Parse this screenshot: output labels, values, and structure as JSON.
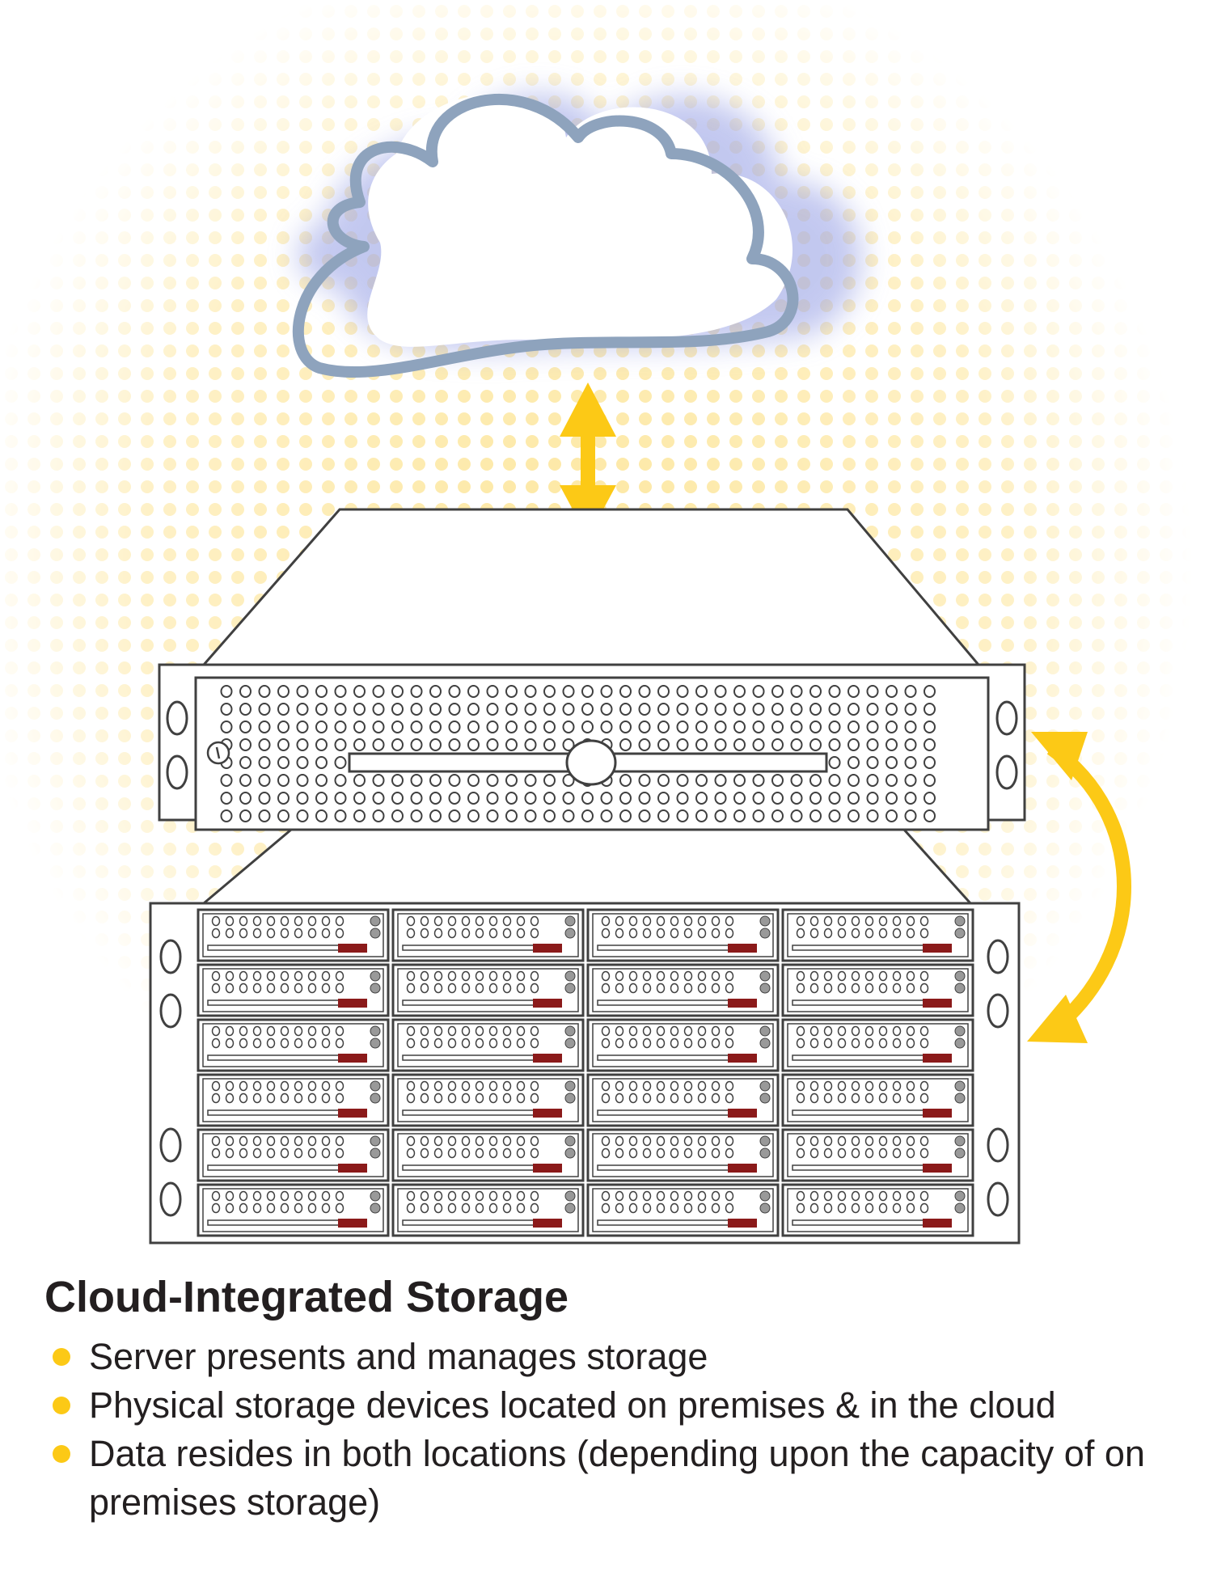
{
  "caption": {
    "title": "Cloud-Integrated Storage",
    "bullets": [
      "Server presents and manages storage",
      "Physical storage devices located on premises & in the cloud",
      "Data resides in both locations (depending upon the capacity of on premises storage)"
    ]
  },
  "colors": {
    "cloud_outline": "#8ea3bd",
    "cloud_glow": "#9ba4e6",
    "arrow": "#fcc916",
    "dots": "#fde9a6",
    "device_stroke": "#404040",
    "drive_led": "#8b1a1a"
  },
  "diagram": {
    "icons": [
      "cloud-icon",
      "server-icon",
      "storage-array-icon",
      "double-arrow-icon"
    ],
    "storage_array": {
      "rows": 6,
      "columns": 4
    }
  }
}
